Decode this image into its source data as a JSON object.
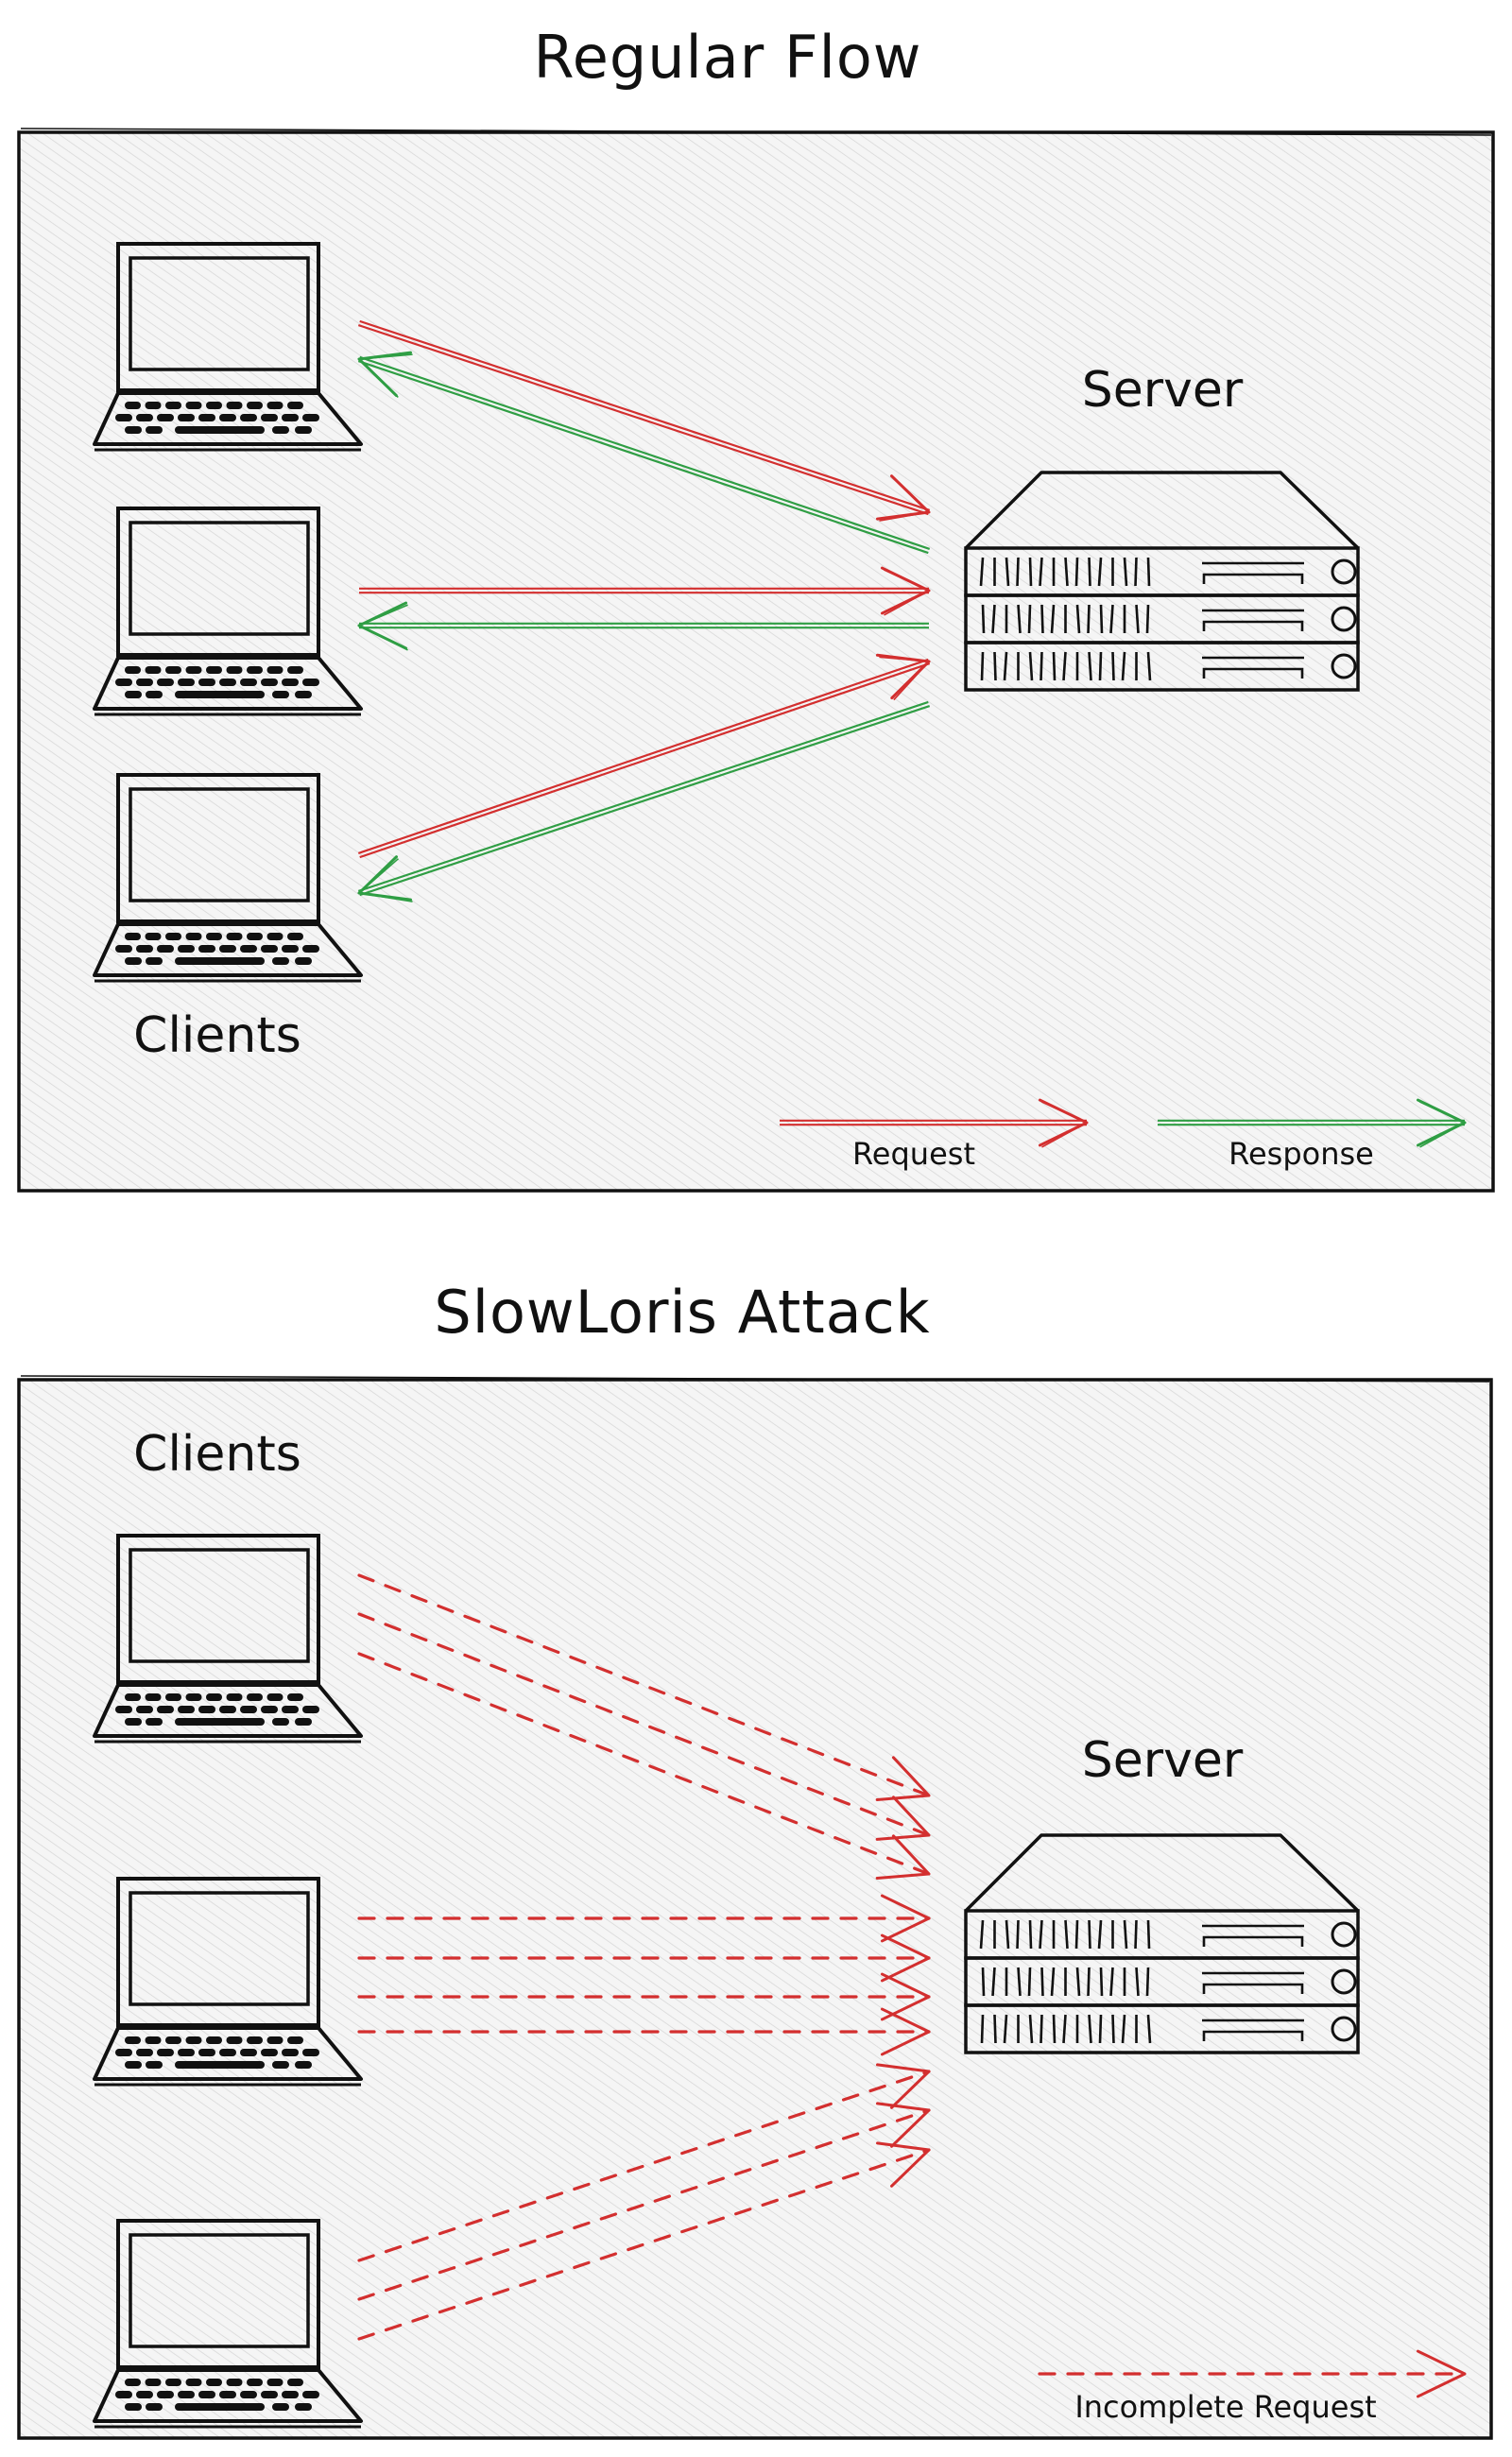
{
  "diagram": {
    "colors": {
      "stroke": "#111111",
      "frame_fill": "#f3f3f3",
      "hatch": "#dcdcdc",
      "request": "#d32f2f",
      "response": "#2f9e44",
      "background": "#ffffff"
    },
    "panels": [
      {
        "id": "regular-flow",
        "title": "Regular Flow",
        "clients_label": "Clients",
        "server_label": "Server",
        "client_count": 3,
        "legend": [
          {
            "label": "Request",
            "color_key": "request",
            "style": "solid"
          },
          {
            "label": "Response",
            "color_key": "response",
            "style": "solid"
          }
        ],
        "connections": [
          {
            "client": 1,
            "type": "request",
            "direction": "client-to-server"
          },
          {
            "client": 1,
            "type": "response",
            "direction": "server-to-client"
          },
          {
            "client": 2,
            "type": "request",
            "direction": "client-to-server"
          },
          {
            "client": 2,
            "type": "response",
            "direction": "server-to-client"
          },
          {
            "client": 3,
            "type": "request",
            "direction": "client-to-server"
          },
          {
            "client": 3,
            "type": "response",
            "direction": "server-to-client"
          }
        ]
      },
      {
        "id": "slowloris-attack",
        "title": "SlowLoris Attack",
        "clients_label": "Clients",
        "server_label": "Server",
        "client_count": 3,
        "legend": [
          {
            "label": "Incomplete Request",
            "color_key": "request",
            "style": "dashed"
          }
        ],
        "connections": [
          {
            "client": 1,
            "type": "incomplete-request",
            "count": 3
          },
          {
            "client": 2,
            "type": "incomplete-request",
            "count": 4
          },
          {
            "client": 3,
            "type": "incomplete-request",
            "count": 3
          }
        ]
      }
    ]
  }
}
